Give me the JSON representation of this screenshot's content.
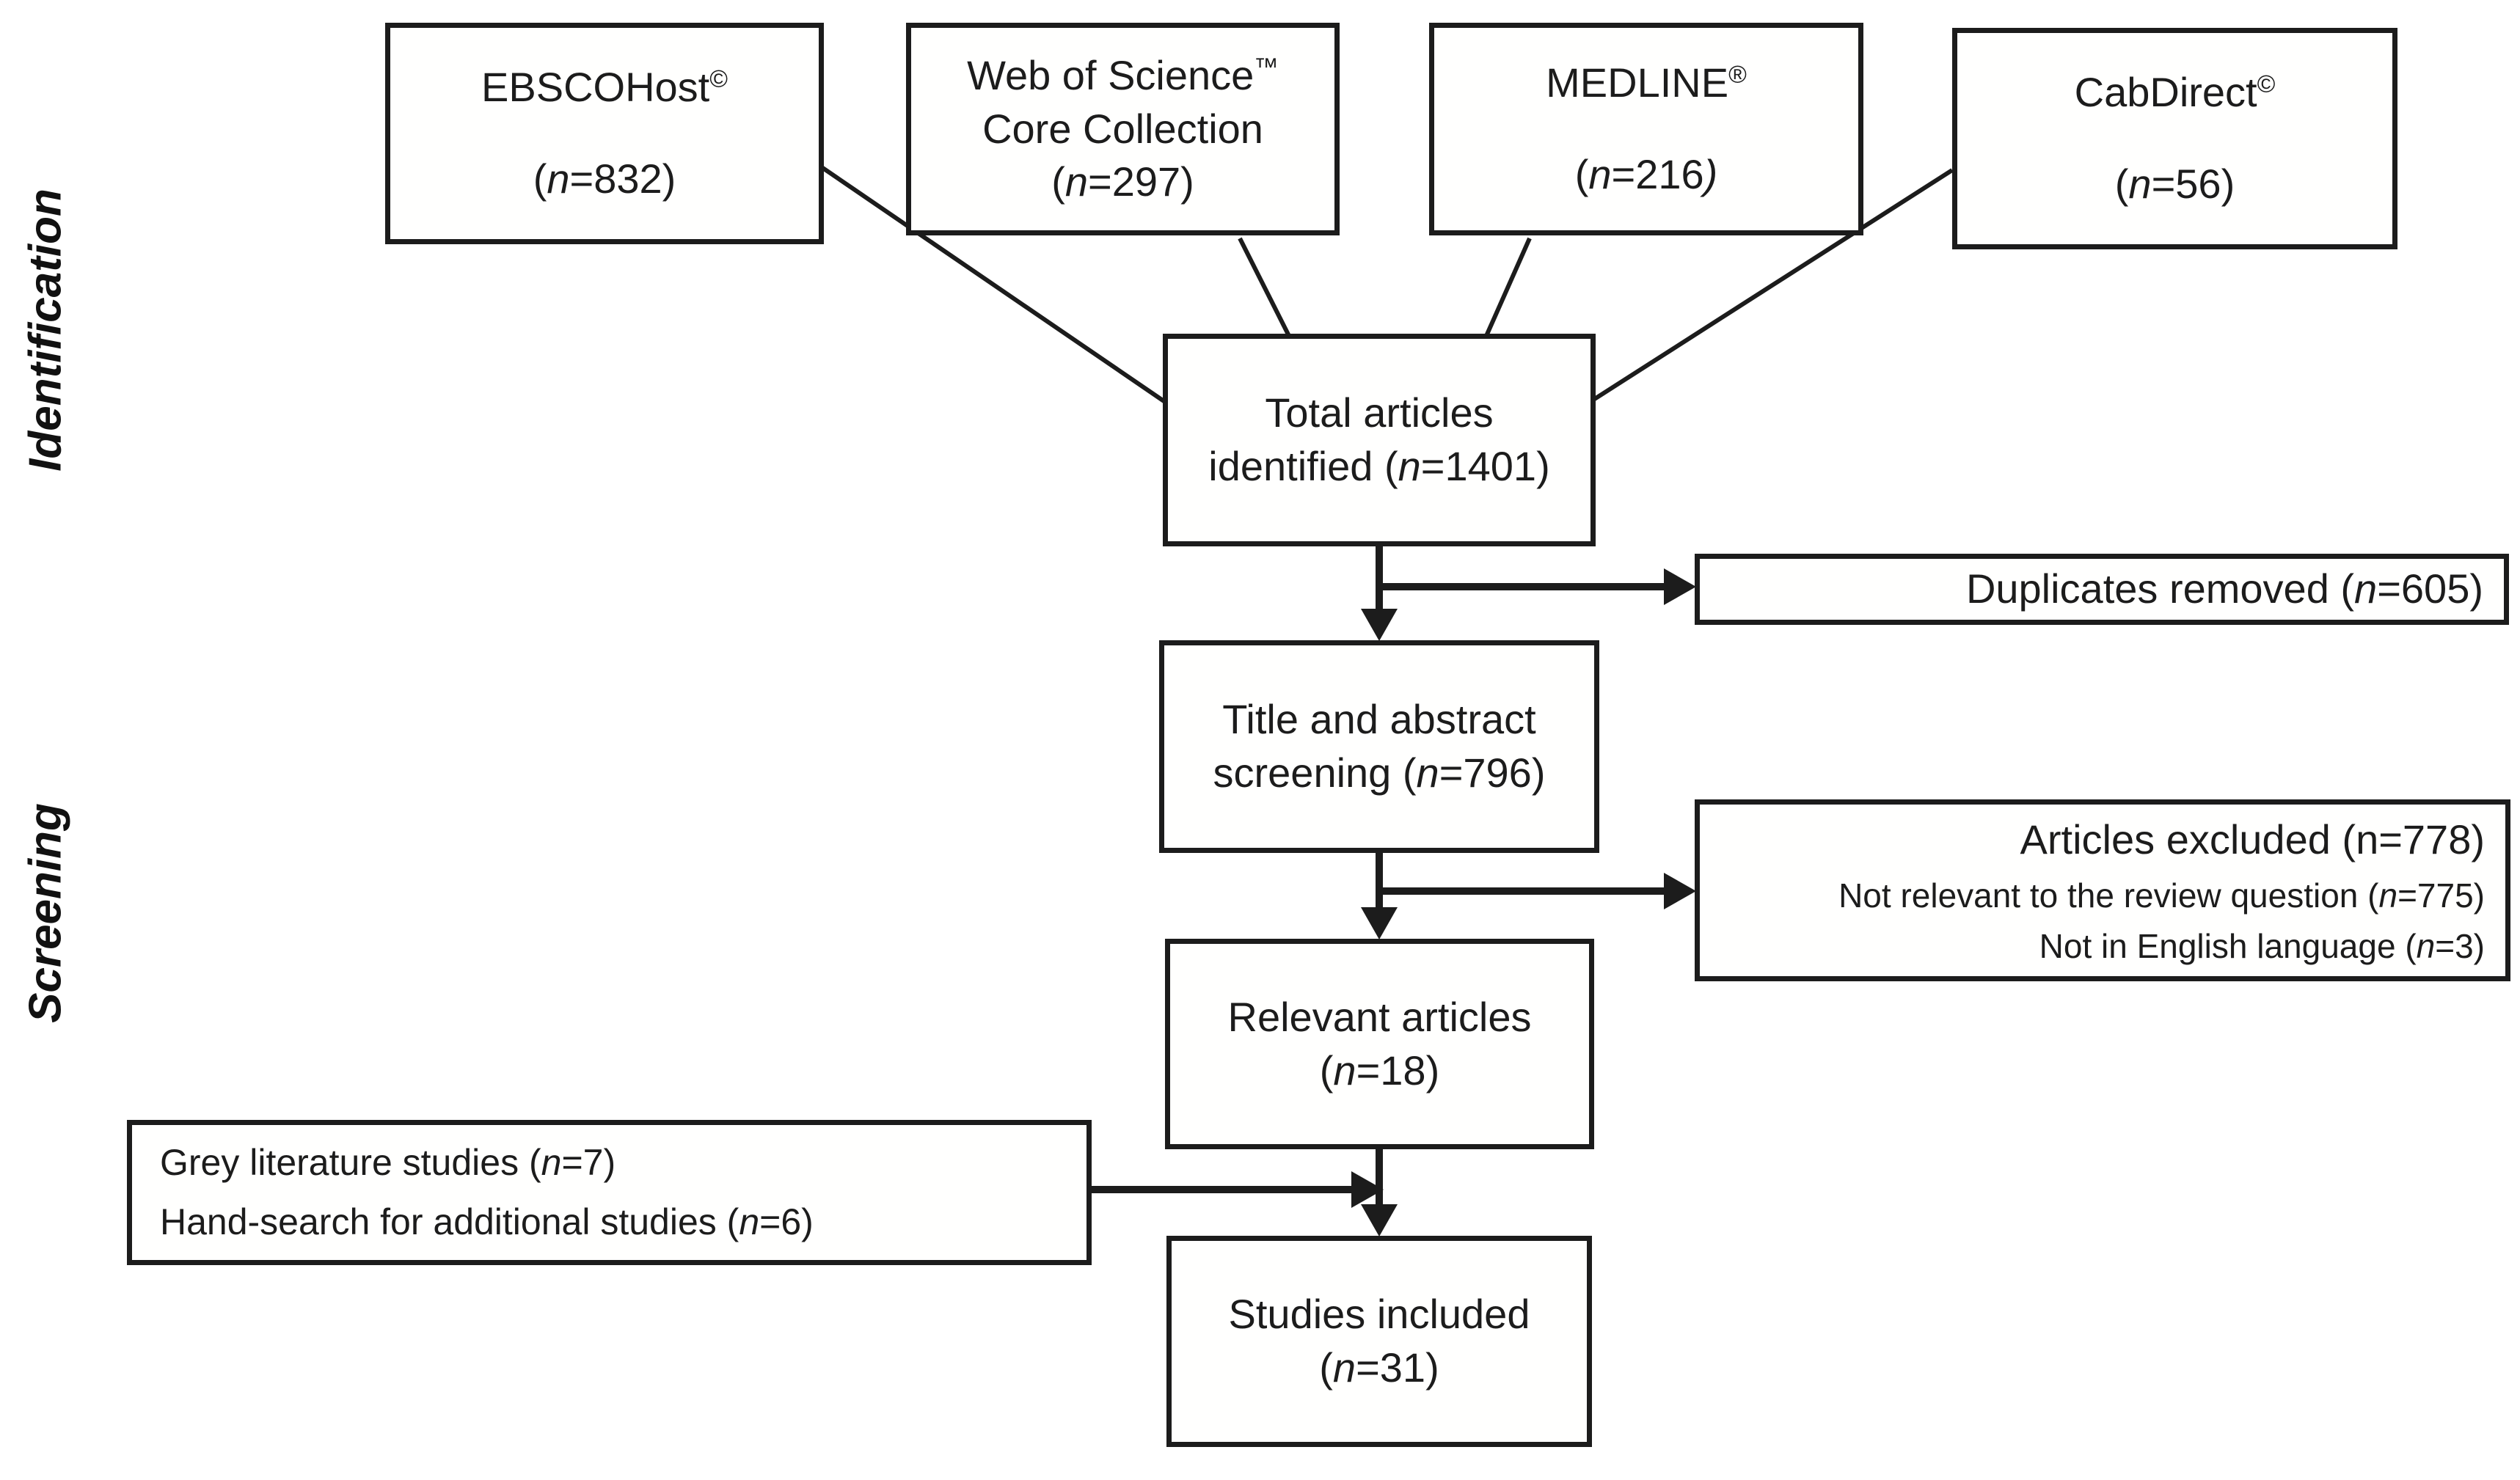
{
  "diagram": {
    "stage_labels": {
      "identification": "Identification",
      "screening": "Screening"
    },
    "sources": {
      "ebscohost": {
        "title": "EBSCOHost",
        "sup": "©",
        "count_open": "(",
        "count_n": "n",
        "count_rest": "=832)"
      },
      "web_of_science": {
        "title": "Web of Science",
        "sup": "™",
        "line2": "Core Collection",
        "count_open": "(",
        "count_n": "n",
        "count_rest": "=297)"
      },
      "medline": {
        "title": "MEDLINE",
        "sup": "®",
        "count_open": "(",
        "count_n": "n",
        "count_mid": "=216",
        "count_close": ")"
      },
      "cabdirect": {
        "title": "CabDirect",
        "sup": "©",
        "count_open": "(",
        "count_n": "n",
        "count_rest": "=56)"
      }
    },
    "main_flow": {
      "total_identified": {
        "line1": "Total articles",
        "line2_pre": "identified (",
        "line2_n": "n",
        "line2_rest": "=1401)"
      },
      "title_abstract_screening": {
        "line1": "Title and abstract",
        "line2_pre": "screening (",
        "line2_n": "n",
        "line2_rest": "=796)"
      },
      "relevant_articles": {
        "line1": "Relevant articles",
        "line2_pre": "(",
        "line2_n": "n",
        "line2_rest": "=18)"
      },
      "studies_included": {
        "line1": "Studies included",
        "line2_pre": "(",
        "line2_n": "n",
        "line2_rest": "=31)"
      }
    },
    "side_nodes": {
      "duplicates_removed": {
        "pre": "Duplicates removed (",
        "n": "n",
        "rest": "=605)"
      },
      "articles_excluded": {
        "line1": "Articles excluded (n=778)",
        "line2_pre": "Not relevant to the review question (",
        "line2_n": "n",
        "line2_rest": "=775)",
        "line3_pre": "Not in English language (",
        "line3_n": "n",
        "line3_rest": "=3)"
      },
      "grey_literature": {
        "line1_pre": "Grey literature studies (",
        "line1_n": "n",
        "line1_rest": "=7)",
        "line2_pre": "Hand-search for additional studies (",
        "line2_n": "n",
        "line2_rest": "=6)"
      }
    }
  }
}
